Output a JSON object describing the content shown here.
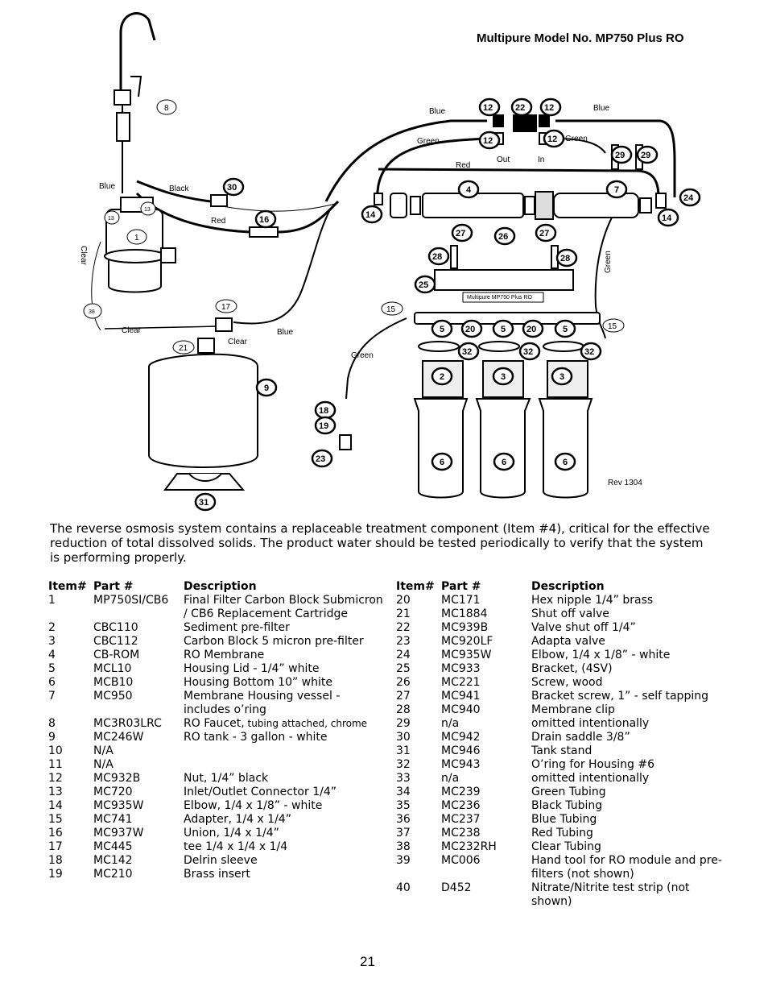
{
  "header": {
    "title": "Multipure Model No. MP750 Plus RO"
  },
  "diagram": {
    "tube_labels": {
      "blue_top_left": "Blue",
      "blue_top_right": "Blue",
      "green_top_left": "Green",
      "green_top_right": "Green",
      "red_top": "Red",
      "out": "Out",
      "in": "In",
      "blue_left": "Blue",
      "black": "Black",
      "red_left": "Red",
      "clear_vertical": "Clear",
      "clear_bottom": "Clear",
      "clear_tee": "Clear",
      "blue_bottom": "Blue",
      "green_right": "Green",
      "green_bottom": "Green"
    },
    "bracket_label": "Multipure MP750 Plus RO",
    "revision": "Rev 1304",
    "callouts": [
      "1",
      "2",
      "3",
      "3",
      "4",
      "5",
      "5",
      "5",
      "6",
      "6",
      "6",
      "7",
      "8",
      "9",
      "12",
      "12",
      "12",
      "12",
      "13",
      "13",
      "14",
      "14",
      "15",
      "15",
      "16",
      "17",
      "18",
      "19",
      "20",
      "20",
      "21",
      "22",
      "23",
      "24",
      "25",
      "26",
      "27",
      "27",
      "28",
      "28",
      "29",
      "29",
      "30",
      "31",
      "32",
      "32",
      "32",
      "38"
    ]
  },
  "intro": "The reverse osmosis system contains a replaceable treatment component (Item #4), critical for the effective reduction of total dissolved solids. The product water should be tested periodically to verify that the system is performing properly.",
  "table": {
    "headers": {
      "item": "Item#",
      "part": "Part #",
      "description": "Description"
    },
    "left": [
      {
        "item": "1",
        "part": "MP750SI/CB6",
        "description": "Final Filter Carbon Block Submicron / CB6 Replacement Cartridge"
      },
      {
        "item": "2",
        "part": "CBC110",
        "description": "Sediment pre-filter"
      },
      {
        "item": "3",
        "part": "CBC112",
        "description": "Carbon Block 5 micron pre-filter"
      },
      {
        "item": "4",
        "part": "CB-ROM",
        "description": "RO Membrane"
      },
      {
        "item": "5",
        "part": "MCL10",
        "description": "Housing Lid - 1/4” white"
      },
      {
        "item": "6",
        "part": "MCB10",
        "description": "Housing Bottom 10” white"
      },
      {
        "item": "7",
        "part": "MC950",
        "description": "Membrane Housing vessel - includes o’ring"
      },
      {
        "item": "8",
        "part": "MC3R03LRC",
        "description": "RO Faucet,",
        "description_small": " tubing attached, chrome"
      },
      {
        "item": "9",
        "part": "MC246W",
        "description": "RO tank - 3 gallon - white"
      },
      {
        "item": "10",
        "part": "N/A",
        "description": ""
      },
      {
        "item": "11",
        "part": "N/A",
        "description": ""
      },
      {
        "item": "12",
        "part": "MC932B",
        "description": "Nut, 1/4” black"
      },
      {
        "item": "13",
        "part": "MC720",
        "description": "Inlet/Outlet Connector 1/4”"
      },
      {
        "item": "14",
        "part": "MC935W",
        "description": "Elbow, 1/4 x 1/8” - white"
      },
      {
        "item": "15",
        "part": "MC741",
        "description": "Adapter, 1/4 x 1/4”"
      },
      {
        "item": "16",
        "part": "MC937W",
        "description": "Union, 1/4 x 1/4”"
      },
      {
        "item": "17",
        "part": "MC445",
        "description": "tee 1/4 x 1/4 x 1/4"
      },
      {
        "item": "18",
        "part": "MC142",
        "description": "Delrin sleeve"
      },
      {
        "item": "19",
        "part": "MC210",
        "description": "Brass insert"
      }
    ],
    "right": [
      {
        "item": "20",
        "part": "MC171",
        "description": "Hex nipple 1/4” brass"
      },
      {
        "item": "21",
        "part": "MC1884",
        "description": "Shut off valve"
      },
      {
        "item": "22",
        "part": "MC939B",
        "description": "Valve shut off 1/4”"
      },
      {
        "item": "23",
        "part": "MC920LF",
        "description": "Adapta valve"
      },
      {
        "item": "24",
        "part": "MC935W",
        "description": "Elbow, 1/4 x 1/8” - white"
      },
      {
        "item": "25",
        "part": "MC933",
        "description": "Bracket, (4SV)"
      },
      {
        "item": "26",
        "part": "MC221",
        "description": "Screw, wood"
      },
      {
        "item": "27",
        "part": "MC941",
        "description": "Bracket screw, 1” - self tapping"
      },
      {
        "item": "28",
        "part": "MC940",
        "description": "Membrane clip"
      },
      {
        "item": "29",
        "part": "n/a",
        "description": "omitted intentionally"
      },
      {
        "item": "30",
        "part": "MC942",
        "description": "Drain saddle 3/8”"
      },
      {
        "item": "31",
        "part": "MC946",
        "description": "Tank stand"
      },
      {
        "item": "32",
        "part": "MC943",
        "description": "O’ring for Housing #6"
      },
      {
        "item": "33",
        "part": "n/a",
        "description": "omitted intentionally"
      },
      {
        "item": "34",
        "part": "MC239",
        "description": "Green Tubing"
      },
      {
        "item": "35",
        "part": "MC236",
        "description": "Black Tubing"
      },
      {
        "item": "36",
        "part": "MC237",
        "description": "Blue Tubing"
      },
      {
        "item": "37",
        "part": "MC238",
        "description": "Red Tubing"
      },
      {
        "item": "38",
        "part": "MC232RH",
        "description": "Clear Tubing"
      },
      {
        "item": "39",
        "part": "MC006",
        "description": "Hand tool for RO module and pre-filters (not shown)"
      },
      {
        "item": "40",
        "part": "D452",
        "description": "Nitrate/Nitrite test strip (not shown)"
      }
    ]
  },
  "footer": {
    "page_number": "21"
  }
}
